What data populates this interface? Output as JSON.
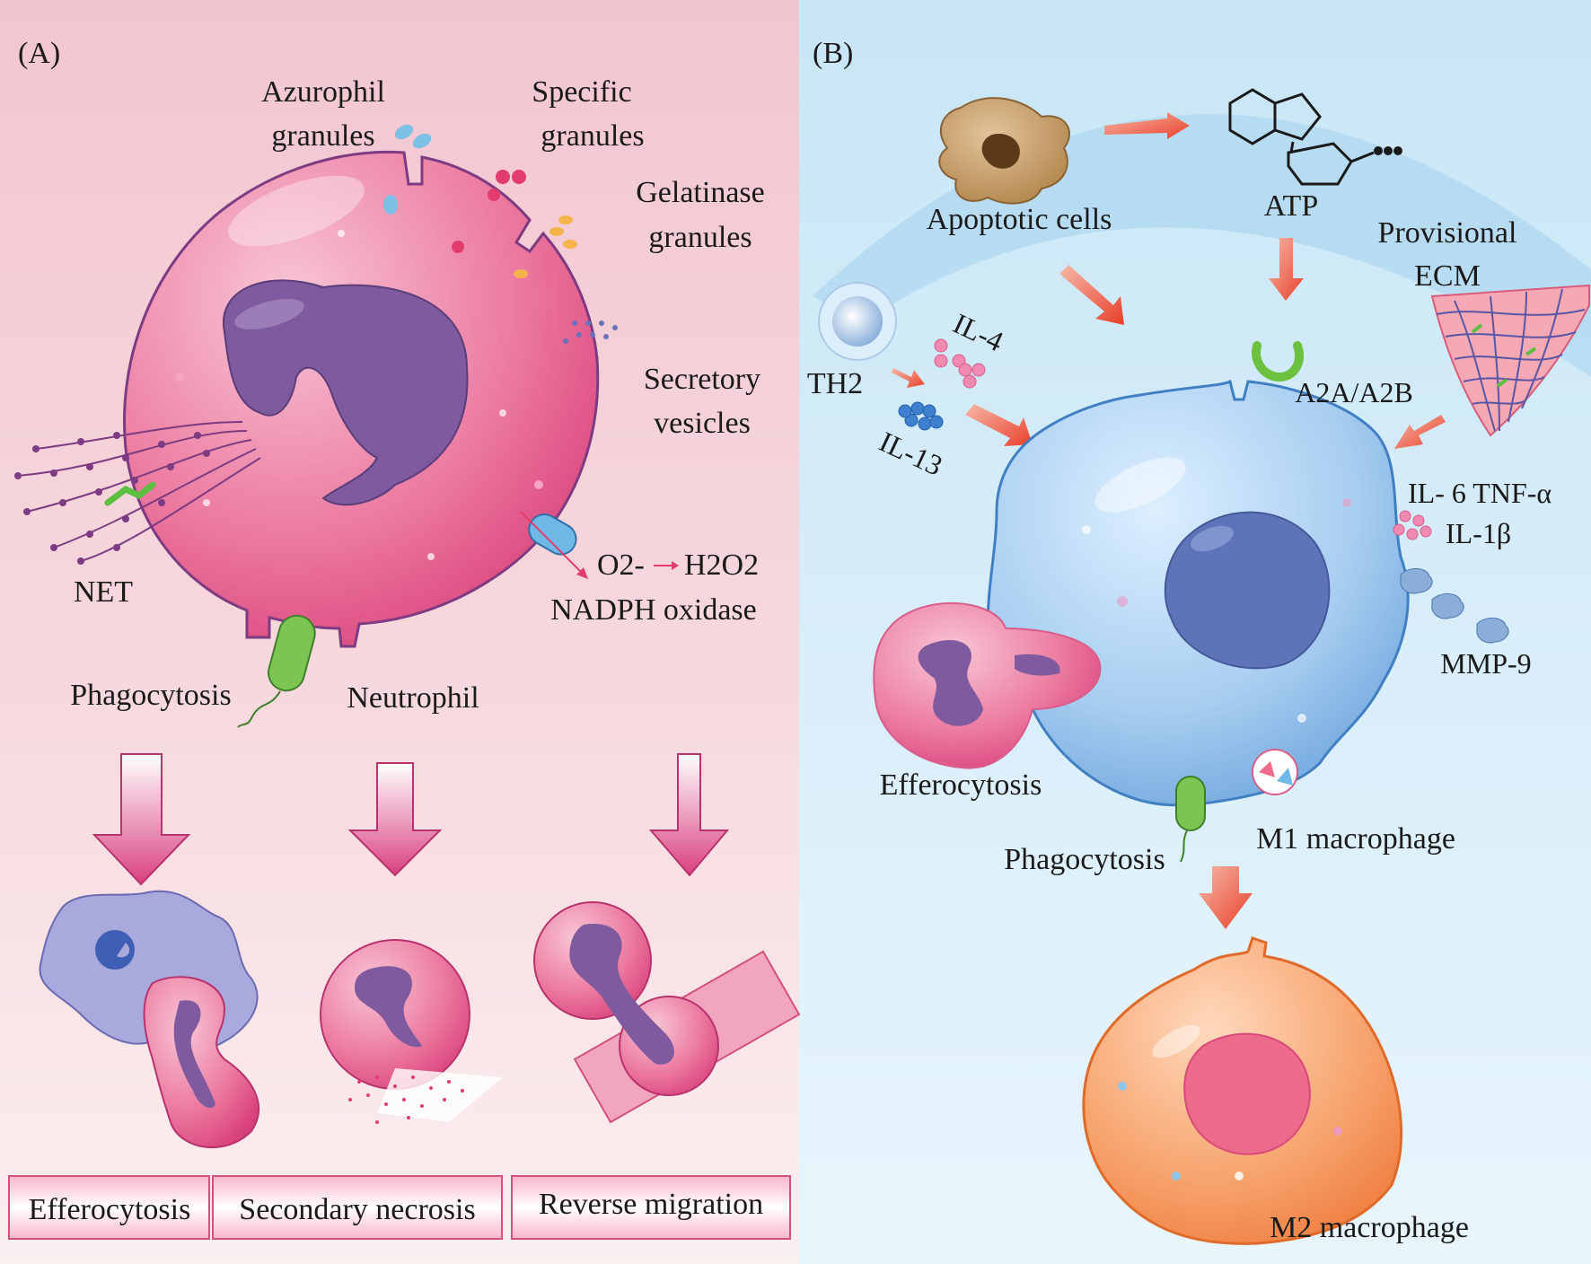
{
  "panel_a": {
    "tag": "(A)",
    "labels": {
      "azurophil": [
        "Azurophil",
        "granules"
      ],
      "specific": [
        "Specific",
        "granules"
      ],
      "gelatinase": [
        "Gelatinase",
        "granules"
      ],
      "secretory": [
        "Secretory",
        "vesicles"
      ],
      "net": "NET",
      "o2": "O2-",
      "h2o2": "H2O2",
      "nadph": "NADPH oxidase",
      "phagocytosis": "Phagocytosis",
      "neutrophil": "Neutrophil"
    },
    "fates": [
      "Efferocytosis",
      "Secondary necrosis",
      "Reverse migration"
    ]
  },
  "panel_b": {
    "tag": "(B)",
    "labels": {
      "apoptotic": "Apoptotic cells",
      "atp": "ATP",
      "provisional": [
        "Provisional",
        "ECM"
      ],
      "th2": "TH2",
      "il4": "IL-4",
      "il13": "IL-13",
      "receptor": "A2A/A2B",
      "cytokines_1": "IL- 6 TNF-α",
      "cytokines_2": "IL-1β",
      "mmp9": "MMP-9",
      "efferocytosis": "Efferocytosis",
      "phagocytosis": "Phagocytosis",
      "m1": "M1 macrophage",
      "m2": "M2 macrophage"
    }
  },
  "colors": {
    "panel_a_bg": "#f4cfd6",
    "panel_b_bg": "#cfe9f7",
    "neutrophil": "#e8628d",
    "nucleus": "#7f5a9e",
    "macrophage_m1": "#8fbde6",
    "macrophage_m2": "#f39a62",
    "arrow_red": "#e8472f",
    "arrow_pink": "#d94f8a"
  }
}
